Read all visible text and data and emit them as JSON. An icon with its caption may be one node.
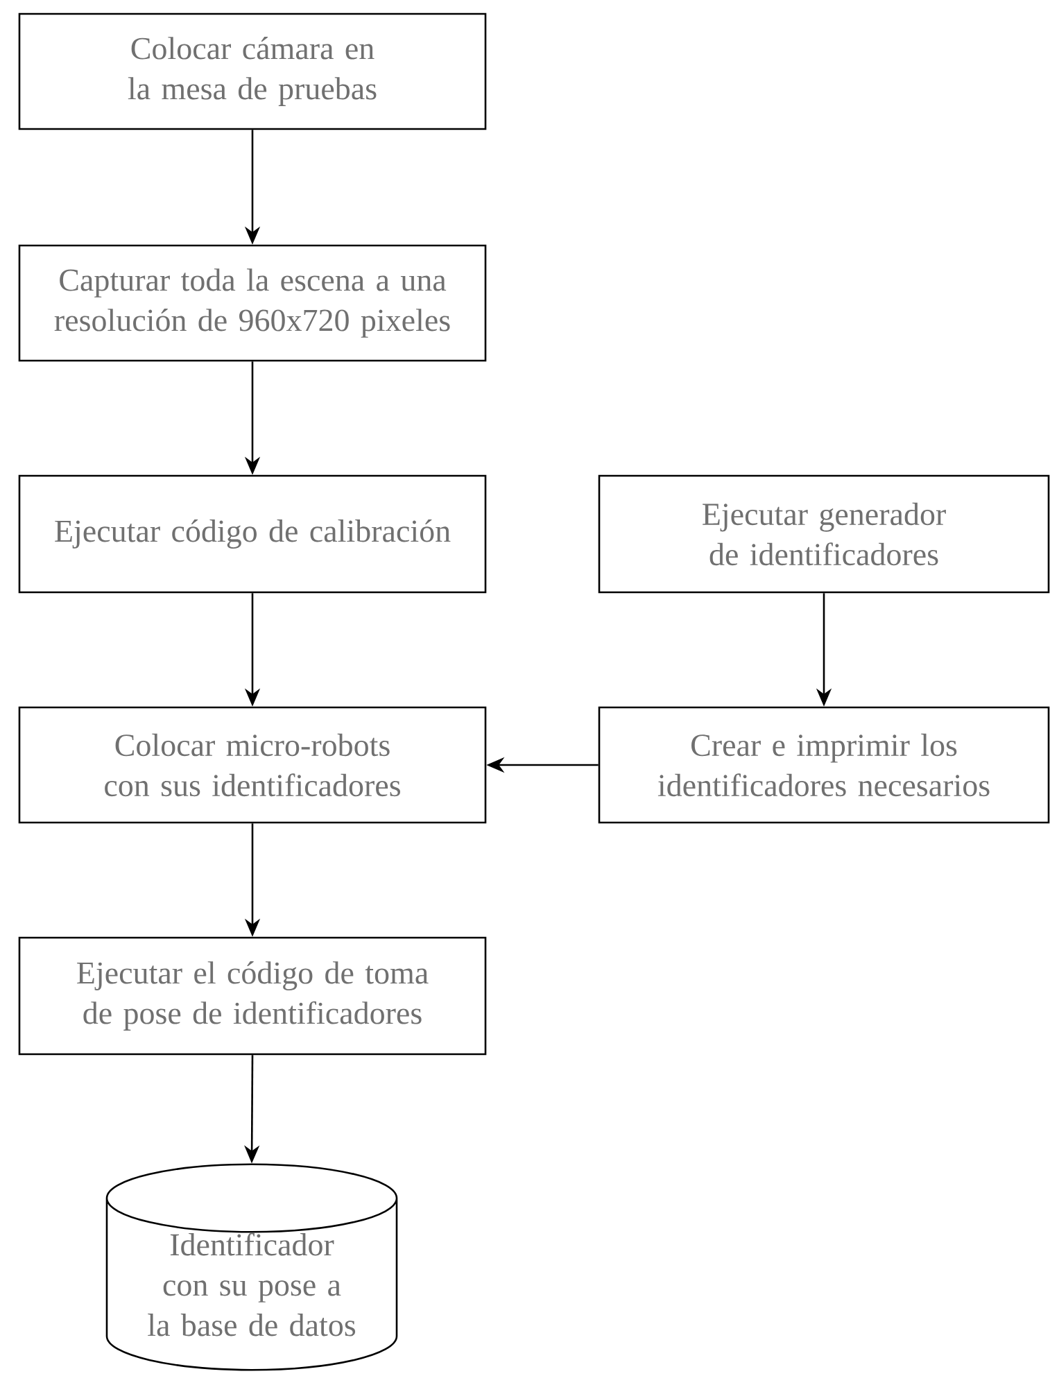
{
  "diagram": {
    "nodes": [
      {
        "text": [
          "Colocar cámara en la mesa de pruebas"
        ]
      },
      {
        "text": [
          "Capturar toda la escena a una resolución de 960x720 pixeles"
        ]
      },
      {
        "text": [
          "Ejecutar código de calibración"
        ]
      },
      {
        "text": [
          "Ejecutar generador de identificadores"
        ]
      },
      {
        "text": [
          "Colocar micro-robots con sus identificadores"
        ]
      },
      {
        "text": [
          "Crear e imprimir los identificadores necesarios"
        ]
      },
      {
        "text": [
          "Ejecutar el código de toma de pose de identificadores"
        ]
      },
      {
        "text": [
          "Identificador con su pose a la base de datos"
        ]
      }
    ],
    "edges": [
      {
        "from": 0,
        "to": 1,
        "arrow": "to"
      },
      {
        "from": 1,
        "to": 2,
        "arrow": "to"
      },
      {
        "from": 2,
        "to": 4,
        "arrow": "to"
      },
      {
        "from": 3,
        "to": 5,
        "arrow": "to"
      },
      {
        "from": 5,
        "to": 4,
        "arrow": "to"
      },
      {
        "from": 4,
        "to": 6,
        "arrow": "to"
      },
      {
        "from": 6,
        "to": 7,
        "arrow": "to"
      }
    ]
  }
}
